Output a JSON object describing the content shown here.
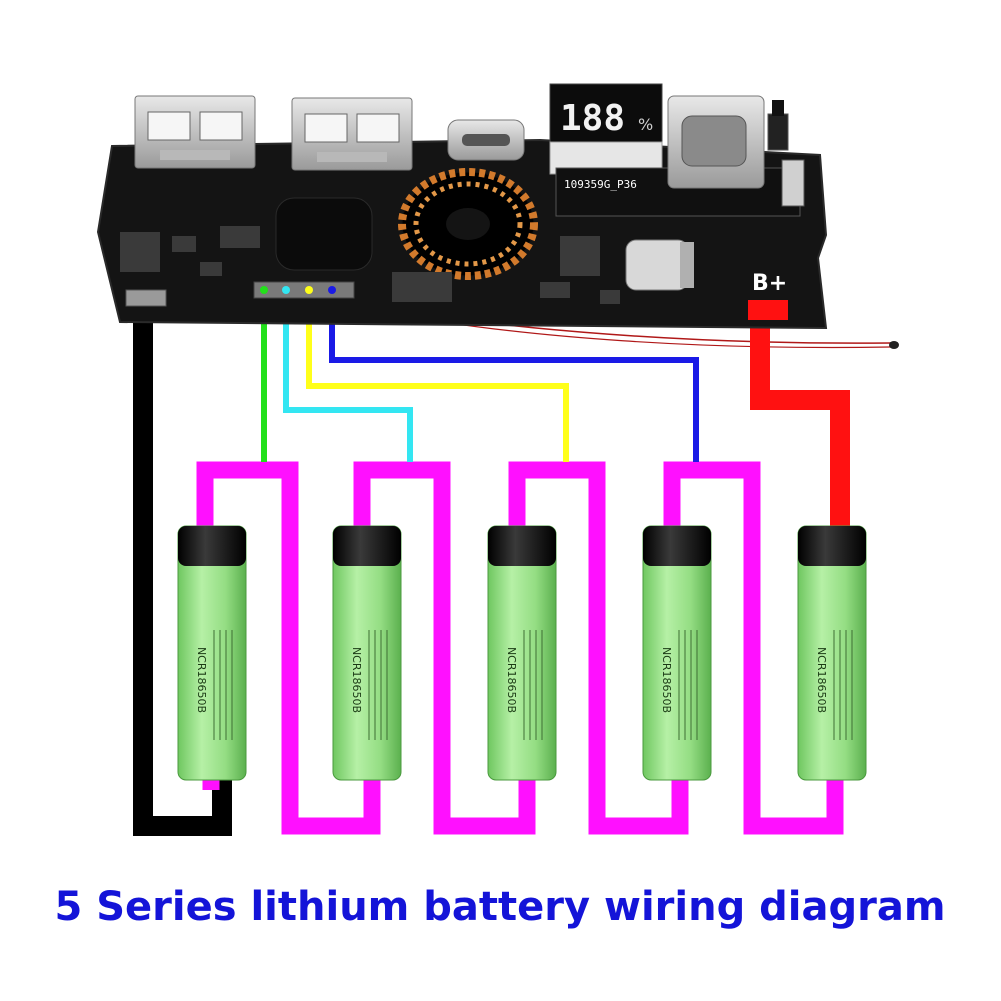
{
  "colors": {
    "background": "#ffffff",
    "pcb": "#141414",
    "wire_negative": "#000000",
    "wire_series": "#ff10ff",
    "wire_b1": "#22e01a",
    "wire_b2": "#33e6f2",
    "wire_b3": "#ffff1a",
    "wire_b4": "#1a1ae6",
    "wire_positive": "#ff1111",
    "cell_body": "#9be38a",
    "cell_cap": "#111111",
    "caption": "#1414d8"
  },
  "board": {
    "display_digits": "188",
    "display_unit": "%",
    "silkscreen_code": "109359G_P36",
    "positive_label": "B+"
  },
  "cells": [
    {
      "label": "NCR18650B"
    },
    {
      "label": "NCR18650B"
    },
    {
      "label": "NCR18650B"
    },
    {
      "label": "NCR18650B"
    },
    {
      "label": "NCR18650B"
    }
  ],
  "caption": "5 Series lithium battery wiring diagram"
}
